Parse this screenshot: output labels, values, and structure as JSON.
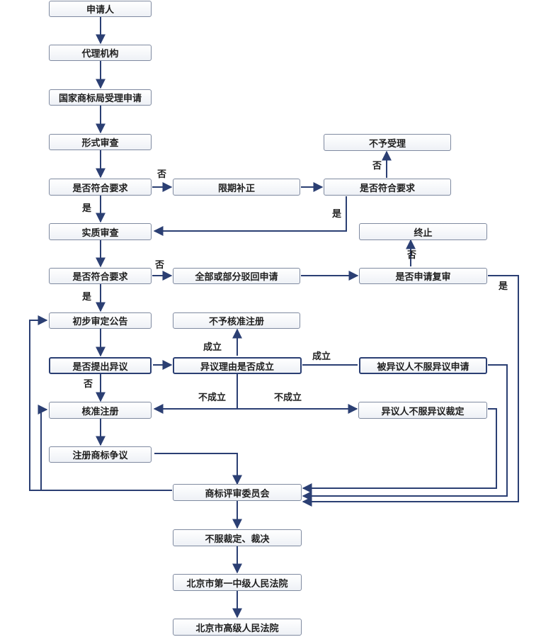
{
  "nodes": {
    "applicant": "申请人",
    "agency": "代理机构",
    "office_accept": "国家商标局受理申请",
    "formal_review": "形式审查",
    "meets_req_1": "是否符合要求",
    "correct_in_time": "限期补正",
    "meets_req_2": "是否符合要求",
    "not_accepted": "不予受理",
    "substantive_review": "实质审查",
    "meets_req_3": "是否符合要求",
    "reject_all_part": "全部或部分驳回申请",
    "request_reexam": "是否申请复审",
    "terminate": "终止",
    "prelim_announce": "初步审定公告",
    "not_approved_reg": "不予核准注册",
    "raise_objection": "是否提出异议",
    "objection_valid": "异议理由是否成立",
    "objectee_disagree": "被异议人不服异议申请",
    "approve_reg": "核准注册",
    "objector_disagree": "异议人不服异议裁定",
    "reg_dispute": "注册商标争议",
    "tarb": "商标评审委员会",
    "disagree_ruling": "不服裁定、裁决",
    "beijing_first_court": "北京市第一中级人民法院",
    "beijing_high_court": "北京市高级人民法院"
  },
  "labels": {
    "no_1": "否",
    "no_2": "否",
    "yes_1": "是",
    "yes_2": "是",
    "no_3": "否",
    "no_4": "否",
    "yes_3": "是",
    "yes_4": "是",
    "valid_1": "成立",
    "valid_2": "成立",
    "no_5": "否",
    "invalid_1": "不成立",
    "invalid_2": "不成立"
  }
}
